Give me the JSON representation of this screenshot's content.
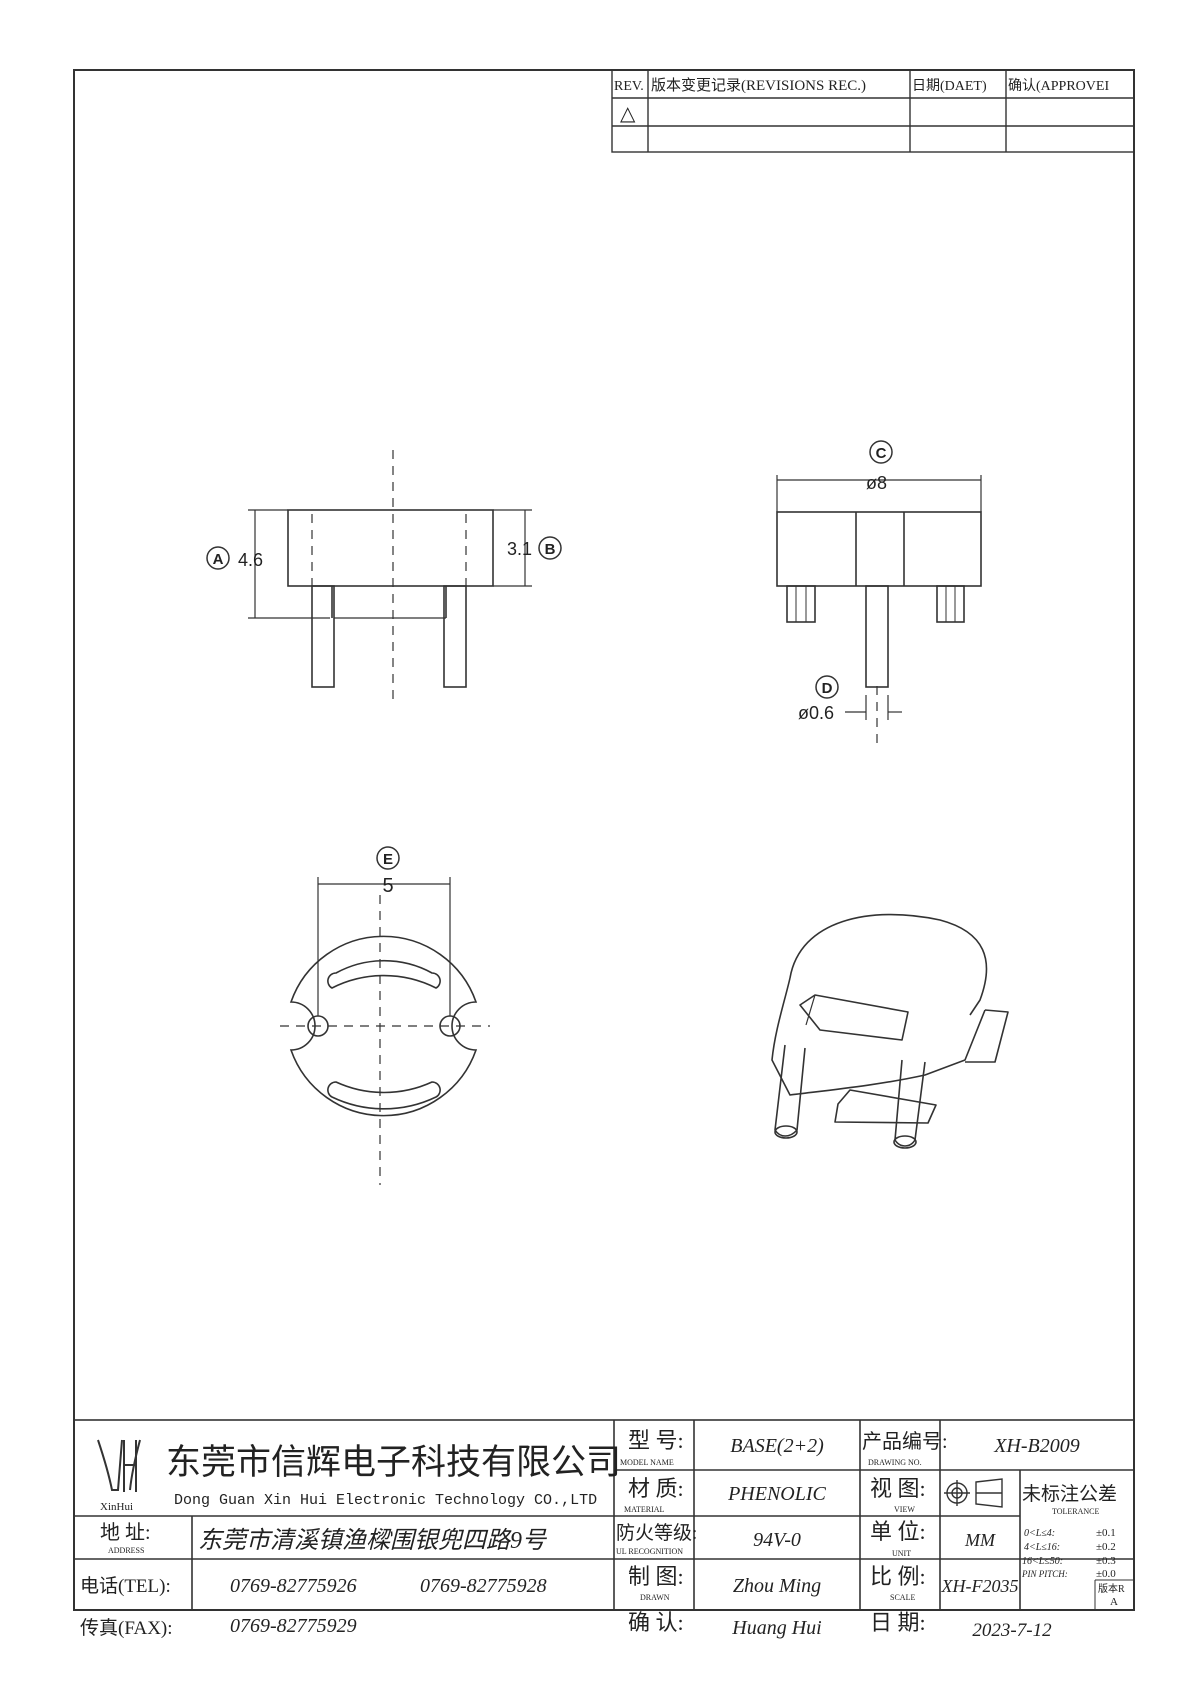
{
  "revisions": {
    "col_rev": "REV.",
    "col_rec": "版本变更记录(REVISIONS REC.)",
    "col_date": "日期(DAET)",
    "col_approve": "确认(APPROVEI",
    "first_row_mark": "△"
  },
  "dimensions": {
    "A": {
      "marker": "A",
      "value": "4.6"
    },
    "B": {
      "marker": "B",
      "value": "3.1"
    },
    "C": {
      "marker": "C",
      "value": "ø8"
    },
    "D": {
      "marker": "D",
      "value": "ø0.6"
    },
    "E": {
      "marker": "E",
      "value": "5"
    }
  },
  "title_block": {
    "company_cn": "东莞市信辉电子科技有限公司",
    "company_en": "Dong Guan Xin Hui Electronic Technology CO.,LTD",
    "logo_text": "XinHui",
    "address_label": "地 址:",
    "address_label_en": "ADDRESS",
    "address": "东莞市清溪镇渔樑围银兜四路9号",
    "tel_label": "电话(TEL):",
    "tel_1": "0769-82775926",
    "tel_2": "0769-82775928",
    "fax_label": "传真(FAX):",
    "fax": "0769-82775929",
    "model_label": "型 号:",
    "model_label_en": "MODEL NAME",
    "model": "BASE(2+2)",
    "material_label": "材 质:",
    "material_label_en": "MATERIAL",
    "material": "PHENOLIC",
    "fire_label": "防火等级:",
    "fire_label_en": "UL RECOGNITION",
    "fire": "94V-0",
    "drawn_label": "制 图:",
    "drawn_label_en": "DRAWN",
    "drawn": "Zhou Ming",
    "confirm_label": "确 认:",
    "confirm": "Huang Hui",
    "drawing_no_label": "产品编号:",
    "drawing_no_label_en": "DRAWING NO.",
    "drawing_no": "XH-B2009",
    "view_label": "视 图:",
    "view_label_en": "VIEW",
    "unit_label": "单 位:",
    "unit_label_en": "UNIT",
    "unit": "MM",
    "scale_label": "比 例:",
    "scale_label_en": "SCALE",
    "scale": "XH-F2035",
    "date_label": "日 期:",
    "date": "2023-7-12",
    "tolerance_title": "未标注公差",
    "tolerance_title_en": "TOLERANCE",
    "tolerances": [
      {
        "range": "0<L≤4:",
        "value": "±0.1"
      },
      {
        "range": "4<L≤16:",
        "value": "±0.2"
      },
      {
        "range": "16<L≤50:",
        "value": "±0.3"
      },
      {
        "range": "PIN PITCH:",
        "value": "±0.0"
      }
    ],
    "version_label": "版本R",
    "version": "A"
  }
}
